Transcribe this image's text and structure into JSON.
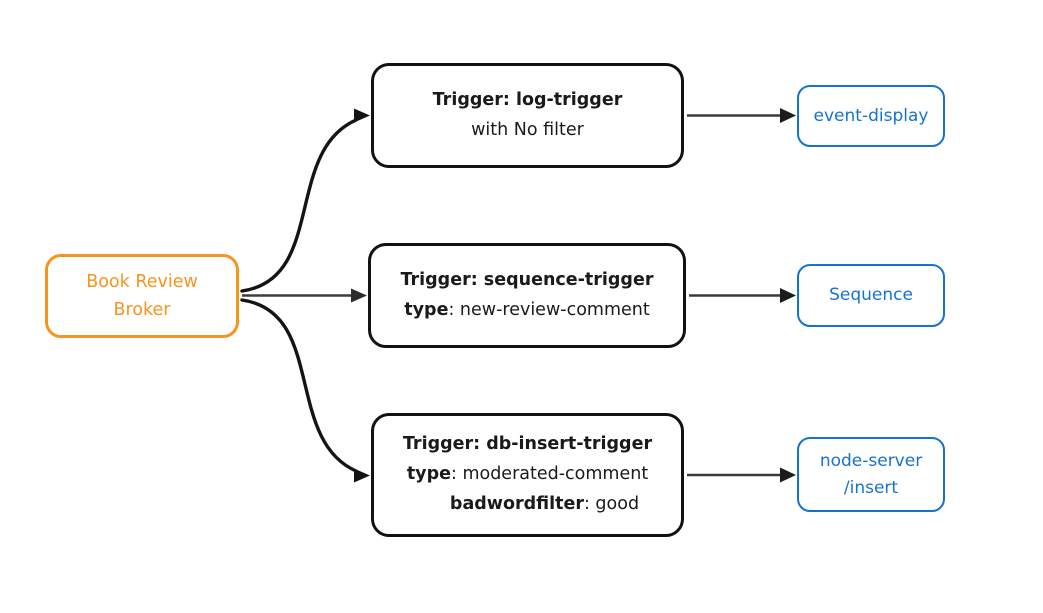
{
  "diagram": {
    "type": "flowchart",
    "colors": {
      "broker_accent": "#F7941E",
      "service_accent": "#1672D2",
      "trigger_border": "#121212",
      "edge_curve": "#141414",
      "edge_straight": "#3a3a3a",
      "background": "#ffffff"
    },
    "broker": {
      "label": "Book Review\nBroker"
    },
    "triggers": [
      {
        "title": "Trigger: log-trigger",
        "subtitle": "with No filter"
      },
      {
        "title": "Trigger: sequence-trigger",
        "attrs": [
          {
            "key": "type",
            "value": ": new-review-comment"
          }
        ]
      },
      {
        "title": "Trigger: db-insert-trigger",
        "attrs": [
          {
            "key": "type",
            "value": ": moderated-comment"
          },
          {
            "key": "badwordfilter",
            "value": ": good"
          }
        ]
      }
    ],
    "services": [
      {
        "label": "event-display"
      },
      {
        "label": "Sequence"
      },
      {
        "label": "node-server\n/insert"
      }
    ],
    "edges": [
      {
        "from": "broker",
        "to": "log-trigger"
      },
      {
        "from": "broker",
        "to": "sequence-trigger"
      },
      {
        "from": "broker",
        "to": "db-insert-trigger"
      },
      {
        "from": "log-trigger",
        "to": "event-display"
      },
      {
        "from": "sequence-trigger",
        "to": "Sequence"
      },
      {
        "from": "db-insert-trigger",
        "to": "node-server/insert"
      }
    ]
  }
}
